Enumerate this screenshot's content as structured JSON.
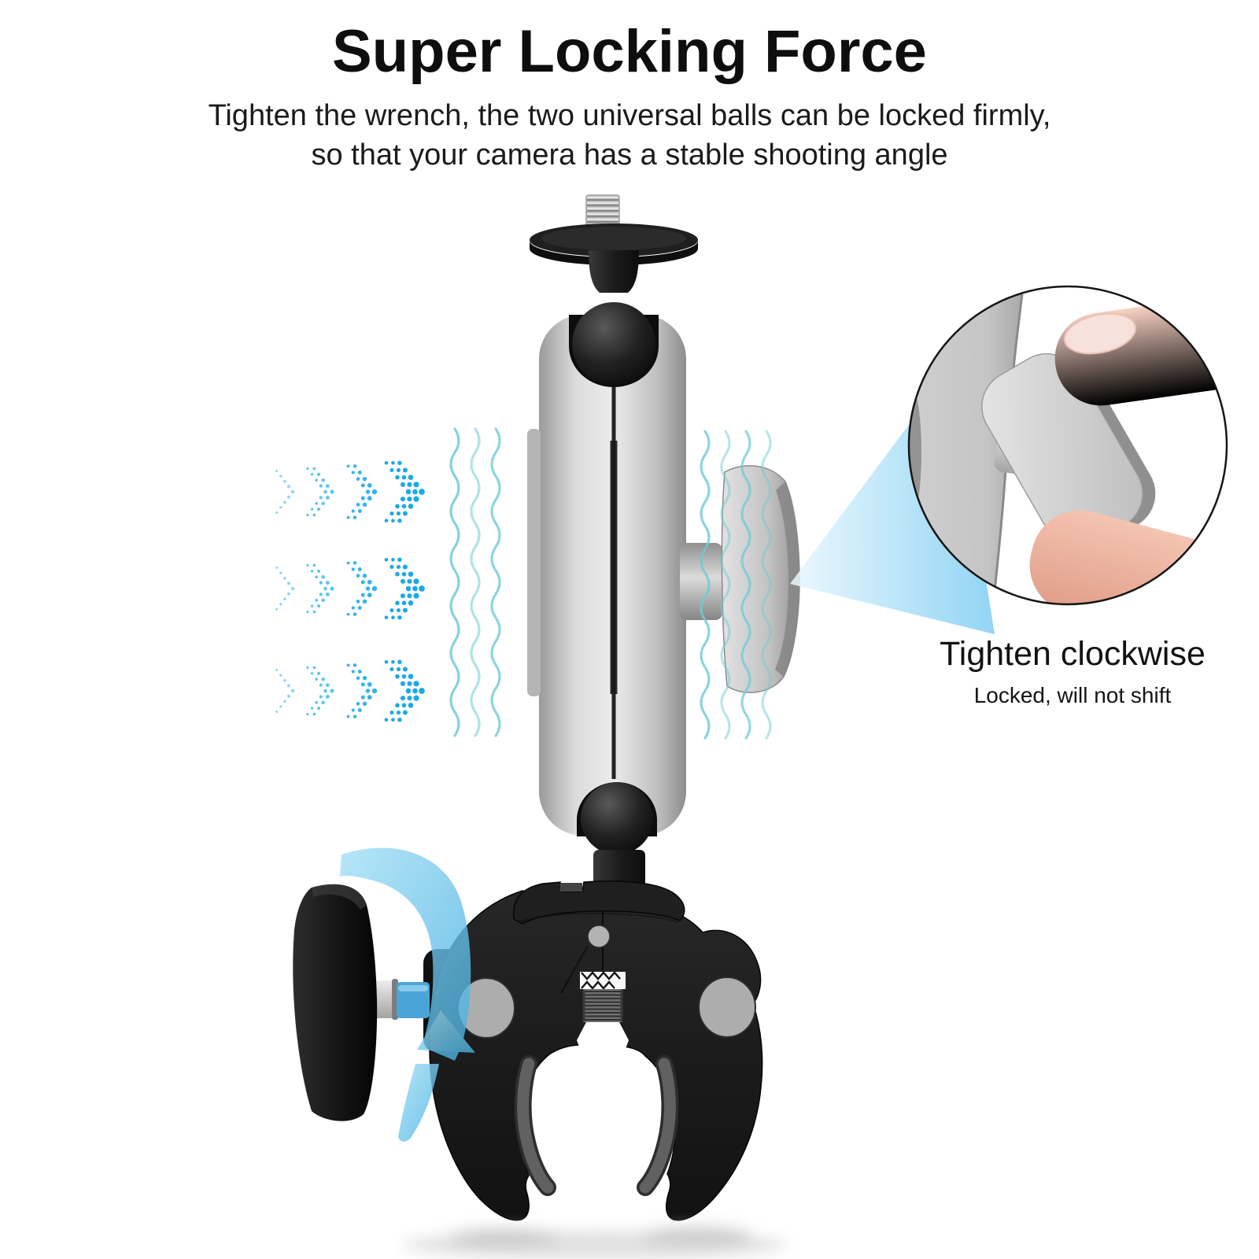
{
  "header": {
    "title": "Super Locking Force",
    "subtitle_line1": "Tighten the wrench, the two universal balls can be locked firmly,",
    "subtitle_line2": "so that your camera has a stable shooting angle"
  },
  "callout": {
    "caption": "Tighten clockwise",
    "subcaption": "Locked, will not shift"
  },
  "icons": {
    "speed_arrows": "dotted-chevron-arrows",
    "vibration_waves": "wavy-vibration-lines",
    "rotate_arrow": "curved-swoosh-arrow",
    "zoom_callout": "magnifier-beam-and-circle-inset"
  },
  "colors": {
    "background": "#ffffff",
    "text": "#111111",
    "arrow_blue": "#1da9e5",
    "wave_teal": "#6fcbd6",
    "beam_blue": "#7ecdf2",
    "rotate_blue": "#55b8e8",
    "pin_blue": "#4aa4d8",
    "metal_silver": "#c8c8c8",
    "plastic_black": "#161616"
  }
}
